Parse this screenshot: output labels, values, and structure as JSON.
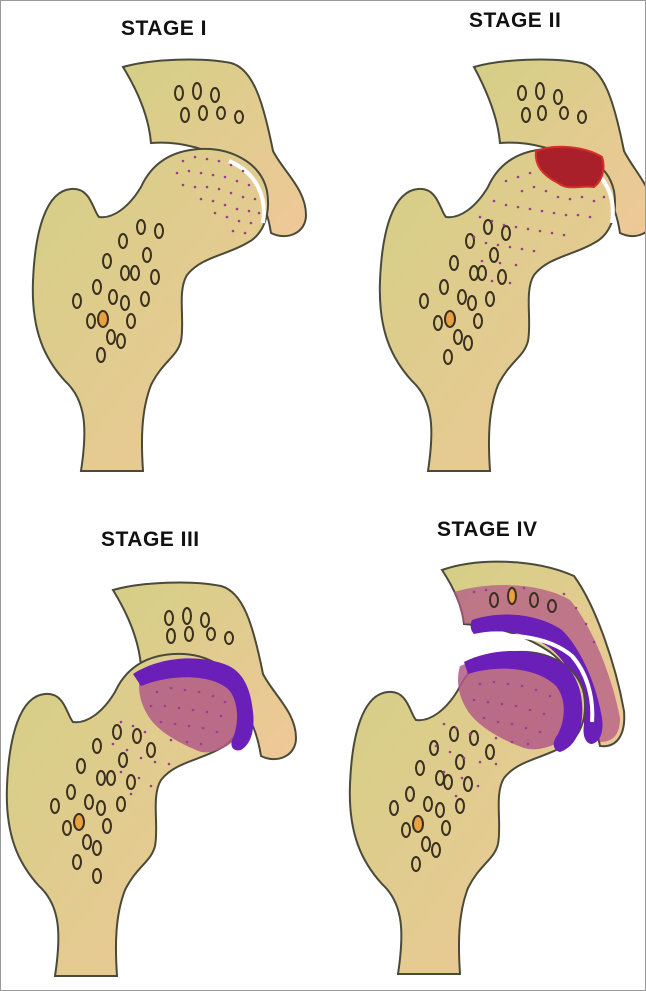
{
  "stages": [
    {
      "title": "STAGE I"
    },
    {
      "title": "STAGE II"
    },
    {
      "title": "STAGE III"
    },
    {
      "title": "STAGE IV"
    }
  ],
  "colors": {
    "bone_fill": "#e7c98f",
    "bone_fill_light": "#d6cf86",
    "outline": "#4a4a3a",
    "dots": "#9a3d8e",
    "necrosis_red": "#a9202a",
    "necrosis_pink": "#b35a86",
    "collapse_purple": "#6a1fb8",
    "background": "#ffffff"
  }
}
